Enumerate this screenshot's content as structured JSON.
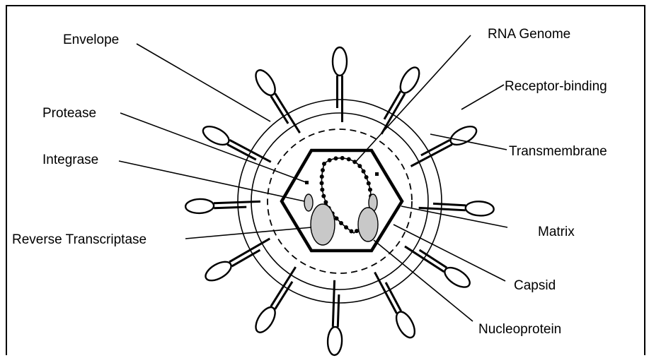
{
  "diagram": {
    "labels": {
      "envelope": "Envelope",
      "protease": "Protease",
      "integrase": "Integrase",
      "reverse_transcriptase": "Reverse Transcriptase",
      "rna_genome": "RNA Genome",
      "receptor_binding": "Receptor-binding",
      "transmembrane": "Transmembrane",
      "matrix": "Matrix",
      "capsid": "Capsid",
      "nucleoprotein": "Nucleoprotein"
    },
    "colors": {
      "line": "#000000",
      "enzyme_fill": "#c8c8c8",
      "background": "#ffffff"
    }
  }
}
